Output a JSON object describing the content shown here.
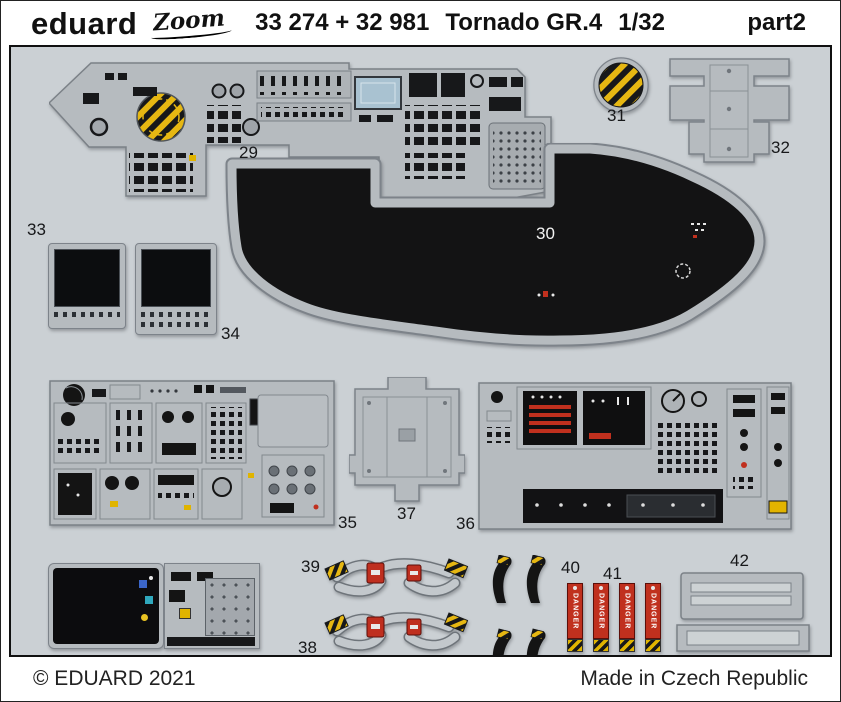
{
  "header": {
    "brand": "eduard",
    "zoom_logo": "Zoom",
    "catalog_numbers": "33 274 + 32 981",
    "product_name": "Tornado GR.4",
    "scale": "1/32",
    "part_suffix": "part2"
  },
  "footer": {
    "copyright": "© EDUARD 2021",
    "made_in": "Made in Czech Republic"
  },
  "sheet": {
    "part_labels": {
      "p29": "29",
      "p30": "30",
      "p31": "31",
      "p32": "32",
      "p33": "33",
      "p34": "34",
      "p35": "35",
      "p36": "36",
      "p37": "37",
      "p38": "38",
      "p39": "39",
      "p40": "40",
      "p41": "41",
      "p42": "42"
    },
    "danger_strip_text": "DANGER"
  },
  "colors": {
    "background_gray": "#cbd0d4",
    "fret_gray": "#b6bbbf",
    "part_black": "#141414",
    "hazard_yellow": "#e6b712",
    "danger_red": "#c0301e",
    "display_blue": "#a9c2d1",
    "frame_black": "#101010"
  }
}
